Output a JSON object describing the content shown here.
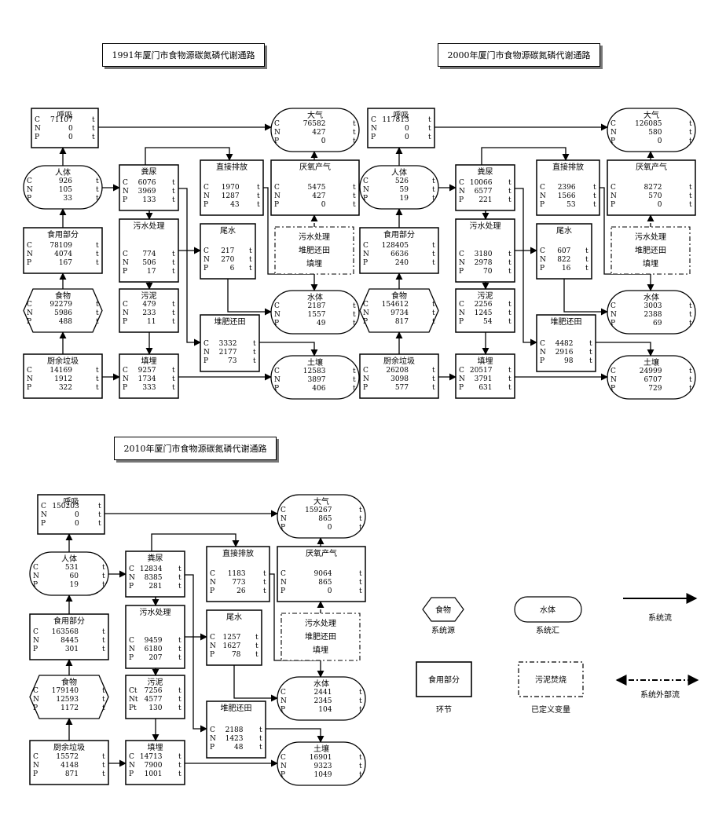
{
  "units": "t",
  "diagrams": [
    {
      "title": "1991年厦门市食物源碳氮磷代谢通路",
      "nodes": {
        "huxi": {
          "label": "呼吸",
          "C": "71107",
          "N": "0",
          "P": "0"
        },
        "daqi": {
          "label": "大气",
          "C": "76582",
          "N": "427",
          "P": "0"
        },
        "renti": {
          "label": "人体",
          "C": "926",
          "N": "105",
          "P": "33"
        },
        "fenniao": {
          "label": "粪尿",
          "C": "6076",
          "N": "3969",
          "P": "133"
        },
        "zhijie": {
          "label": "直接排放",
          "C": "1970",
          "N": "1287",
          "P": "43"
        },
        "yanyang": {
          "label": "厌氧产气",
          "C": "5475",
          "N": "427",
          "P": "0"
        },
        "shipin": {
          "label": "食用部分",
          "C": "78109",
          "N": "4074",
          "P": "167"
        },
        "wushui": {
          "label": "污水处理",
          "C": "774",
          "N": "506",
          "P": "17"
        },
        "weishui": {
          "label": "尾水",
          "C": "217",
          "N": "270",
          "P": "6"
        },
        "shiwu": {
          "label": "食物",
          "C": "92279",
          "N": "5986",
          "P": "488"
        },
        "wuni": {
          "label": "污泥",
          "C": "479",
          "N": "233",
          "P": "11"
        },
        "shuiti": {
          "label": "水体",
          "C": "2187",
          "N": "1557",
          "P": "49"
        },
        "duifei": {
          "label": "堆肥还田",
          "C": "3332",
          "N": "2177",
          "P": "73"
        },
        "chuyu": {
          "label": "厨余垃圾",
          "C": "14169",
          "N": "1912",
          "P": "322"
        },
        "tianmai": {
          "label": "填埋",
          "C": "9257",
          "N": "1734",
          "P": "333"
        },
        "turang": {
          "label": "土壤",
          "C": "12583",
          "N": "3897",
          "P": "406"
        }
      },
      "dashed_box": [
        "污水处理",
        "堆肥还田",
        "填埋"
      ]
    },
    {
      "title": "2000年厦门市食物源碳氮磷代谢通路",
      "nodes": {
        "huxi": {
          "label": "呼吸",
          "C": "117813",
          "N": "0",
          "P": "0"
        },
        "daqi": {
          "label": "大气",
          "C": "126085",
          "N": "580",
          "P": "0"
        },
        "renti": {
          "label": "人体",
          "C": "526",
          "N": "59",
          "P": "19"
        },
        "fenniao": {
          "label": "粪尿",
          "C": "10066",
          "N": "6577",
          "P": "221"
        },
        "zhijie": {
          "label": "直接排放",
          "C": "2396",
          "N": "1566",
          "P": "53"
        },
        "yanyang": {
          "label": "厌氧产气",
          "C": "8272",
          "N": "570",
          "P": "0"
        },
        "shipin": {
          "label": "食用部分",
          "C": "128405",
          "N": "6636",
          "P": "240"
        },
        "wushui": {
          "label": "污水处理",
          "C": "3180",
          "N": "2978",
          "P": "70"
        },
        "weishui": {
          "label": "尾水",
          "C": "607",
          "N": "822",
          "P": "16"
        },
        "shiwu": {
          "label": "食物",
          "C": "154612",
          "N": "9734",
          "P": "817"
        },
        "wuni": {
          "label": "污泥",
          "C": "2256",
          "N": "1245",
          "P": "54"
        },
        "shuiti": {
          "label": "水体",
          "C": "3003",
          "N": "2388",
          "P": "69"
        },
        "duifei": {
          "label": "堆肥还田",
          "C": "4482",
          "N": "2916",
          "P": "98"
        },
        "chuyu": {
          "label": "厨余垃圾",
          "C": "26208",
          "N": "3098",
          "P": "577"
        },
        "tianmai": {
          "label": "填埋",
          "C": "20517",
          "N": "3791",
          "P": "631"
        },
        "turang": {
          "label": "土壤",
          "C": "24999",
          "N": "6707",
          "P": "729"
        }
      },
      "dashed_box": [
        "污水处理",
        "堆肥还田",
        "填埋"
      ]
    },
    {
      "title": "2010年厦门市食物源碳氮磷代谢通路",
      "nodes": {
        "huxi": {
          "label": "呼吸",
          "C": "150203",
          "N": "0",
          "P": "0"
        },
        "daqi": {
          "label": "大气",
          "C": "159267",
          "N": "865",
          "P": "0"
        },
        "renti": {
          "label": "人体",
          "C": "531",
          "N": "60",
          "P": "19"
        },
        "fenniao": {
          "label": "粪尿",
          "C": "12834",
          "N": "8385",
          "P": "281"
        },
        "zhijie": {
          "label": "直接排放",
          "C": "1183",
          "N": "773",
          "P": "26"
        },
        "yanyang": {
          "label": "厌氧产气",
          "C": "9064",
          "N": "865",
          "P": "0"
        },
        "shipin": {
          "label": "食用部分",
          "C": "163568",
          "N": "8445",
          "P": "301"
        },
        "wushui": {
          "label": "污水处理",
          "C": "9459",
          "N": "6180",
          "P": "207"
        },
        "weishui": {
          "label": "尾水",
          "C": "1257",
          "N": "1627",
          "P": "78"
        },
        "shiwu": {
          "label": "食物",
          "C": "179140",
          "N": "12593",
          "P": "1172"
        },
        "wuni": {
          "label": "污泥",
          "C": "7256",
          "N": "4577",
          "P": "130",
          "prefix": [
            "Ct",
            "Nt",
            "Pt"
          ]
        },
        "shuiti": {
          "label": "水体",
          "C": "2441",
          "N": "2345",
          "P": "104"
        },
        "duifei": {
          "label": "堆肥还田",
          "C": "2188",
          "N": "1423",
          "P": "48"
        },
        "chuyu": {
          "label": "厨余垃圾",
          "C": "15572",
          "N": "4148",
          "P": "871"
        },
        "tianmai": {
          "label": "填埋",
          "C": "14713",
          "N": "7900",
          "P": "1001"
        },
        "turang": {
          "label": "土壤",
          "C": "16901",
          "N": "9323",
          "P": "1049"
        }
      },
      "dashed_box": [
        "污水处理",
        "堆肥还田",
        "填埋"
      ]
    }
  ],
  "legend": {
    "source": {
      "shape_label": "食物",
      "caption": "系统源"
    },
    "sink": {
      "shape_label": "水体",
      "caption": "系统汇"
    },
    "system_flow": {
      "caption": "系统流"
    },
    "process": {
      "shape_label": "食用部分",
      "caption": "环节"
    },
    "defined": {
      "shape_label": "污泥焚烧",
      "caption": "已定义变量"
    },
    "external_flow": {
      "caption": "系统外部流"
    }
  }
}
